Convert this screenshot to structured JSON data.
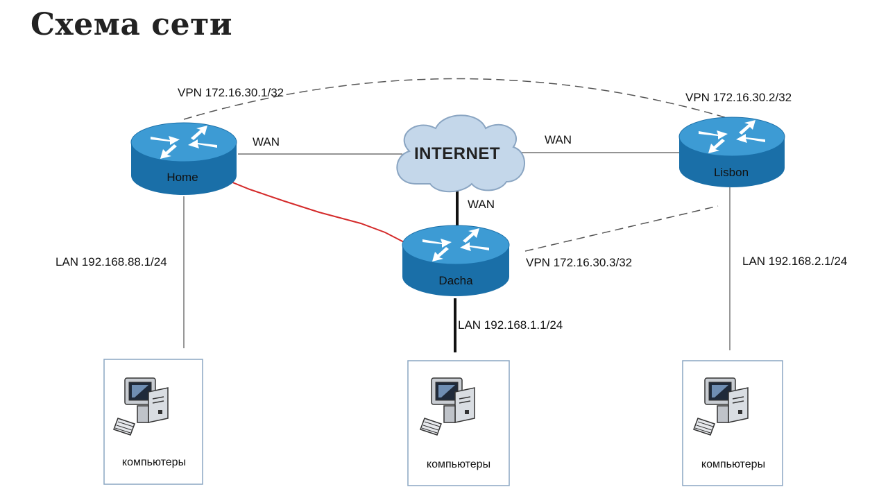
{
  "title": "Схема сети",
  "internet": {
    "label": "INTERNET"
  },
  "routers": {
    "home": {
      "name": "Home"
    },
    "lisbon": {
      "name": "Lisbon"
    },
    "dacha": {
      "name": "Dacha"
    }
  },
  "links": {
    "home_wan": "WAN",
    "lisbon_wan": "WAN",
    "dacha_wan": "WAN",
    "vpn_home": "VPN 172.16.30.1/32",
    "vpn_lisbon": "VPN 172.16.30.2/32",
    "vpn_dacha": "VPN 172.16.30.3/32",
    "lan_home": "LAN 192.168.88.1/24",
    "lan_dacha": "LAN 192.168.1.1/24",
    "lan_lisbon": "LAN 192.168.2.1/24"
  },
  "computers": {
    "home": "компьютеры",
    "dacha": "компьютеры",
    "lisbon": "компьютеры"
  },
  "colors": {
    "router_top": "#3d9bd4",
    "router_side": "#1a6fa8",
    "cloud": "#c4d7ea",
    "red_link": "#d42a2a"
  }
}
